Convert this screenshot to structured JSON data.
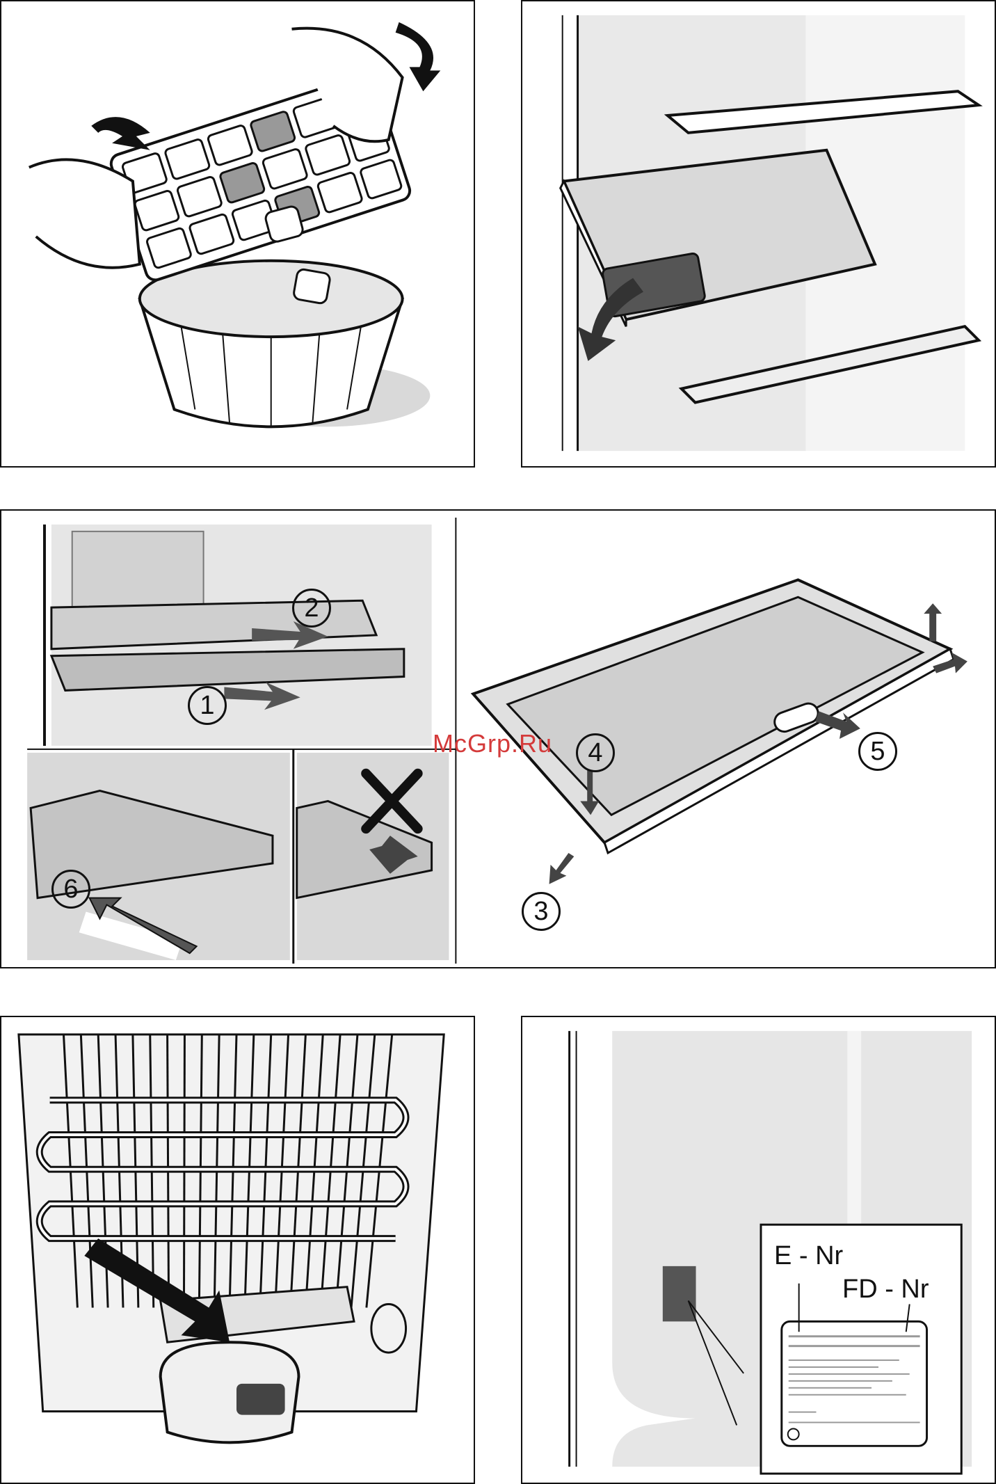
{
  "watermark": "McGrp.Ru",
  "steps": {
    "s1": "1",
    "s2": "2",
    "s3": "3",
    "s4": "4",
    "s5": "5",
    "s6": "6"
  },
  "rating_plate": {
    "e_nr": "E - Nr",
    "fd_nr": "FD - Nr"
  },
  "colors": {
    "line": "#111111",
    "shade": "#d9d9d9",
    "dark": "#5a5a5a",
    "watermark": "#d43a3a"
  }
}
